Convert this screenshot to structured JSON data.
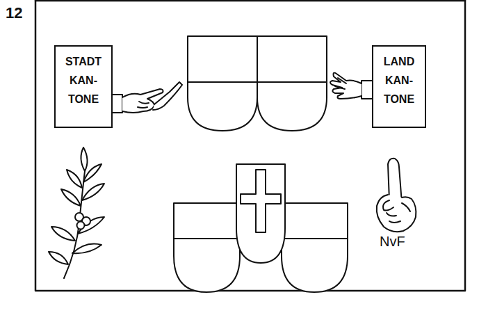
{
  "diagram": {
    "nodes": [
      {
        "text": [
          "STADT KAN- TONE"
        ]
      },
      {
        "text": [
          "LAND KAN- TONE"
        ]
      }
    ],
    "labels": [
      "12",
      "NvF"
    ]
  }
}
